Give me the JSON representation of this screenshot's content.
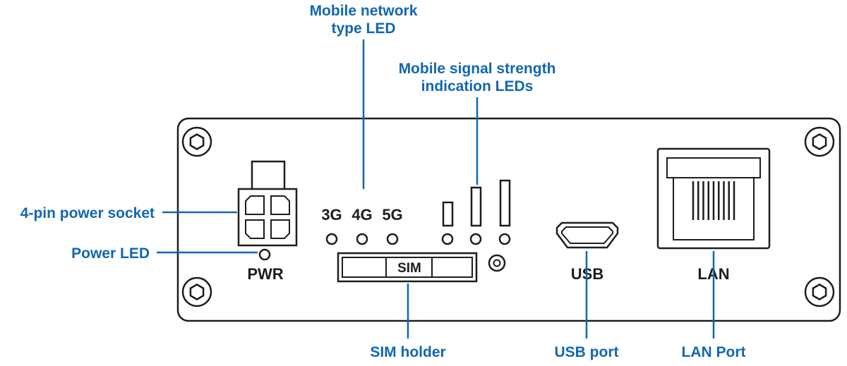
{
  "colors": {
    "accent": "#1167b1",
    "ink": "#1d1d1b"
  },
  "callouts": {
    "mobile_network_line1": "Mobile network",
    "mobile_network_line2": "type LED",
    "mobile_signal_line1": "Mobile signal strength",
    "mobile_signal_line2": "indication LEDs",
    "power_socket": "4-pin power socket",
    "power_led": "Power LED",
    "sim_holder": "SIM holder",
    "usb_port": "USB port",
    "lan_port": "LAN Port"
  },
  "panel_labels": {
    "pwr": "PWR",
    "net_3g": "3G",
    "net_4g": "4G",
    "net_5g": "5G",
    "sim": "SIM",
    "usb": "USB",
    "lan": "LAN"
  }
}
